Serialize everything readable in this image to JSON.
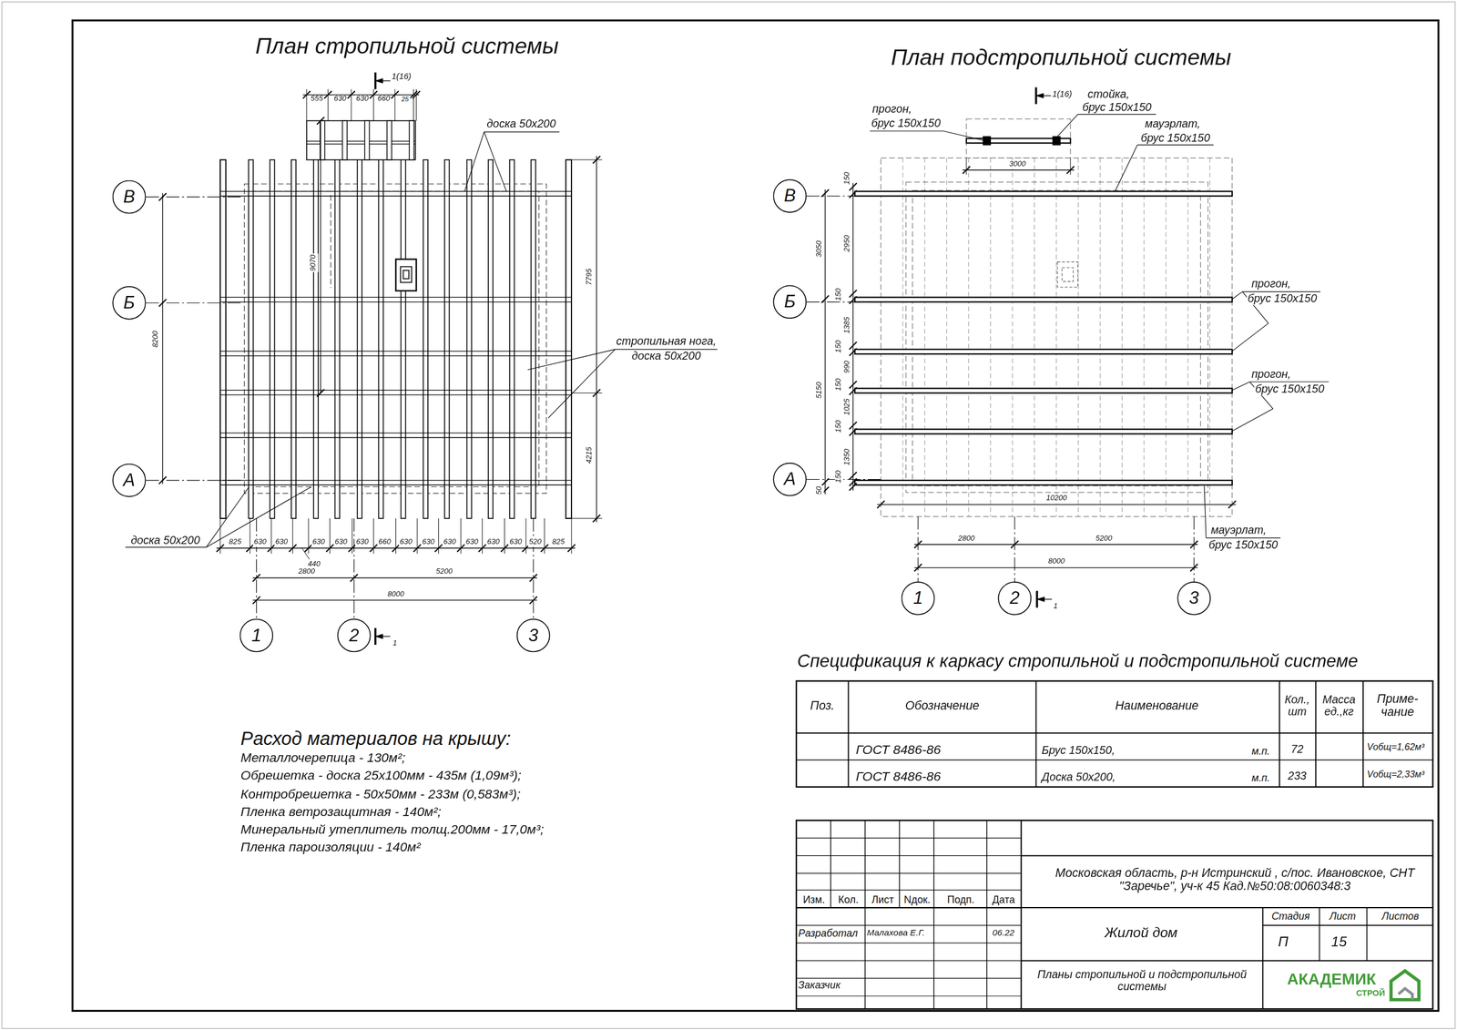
{
  "diagram": {
    "nodes": [
      {
        "text": [
          "В"
        ]
      },
      {
        "text": [
          "Б"
        ]
      },
      {
        "text": [
          "А"
        ]
      },
      {
        "text": [
          "1"
        ]
      },
      {
        "text": [
          "2"
        ]
      },
      {
        "text": [
          "3"
        ]
      },
      {
        "text": [
          "В"
        ]
      },
      {
        "text": [
          "Б"
        ]
      },
      {
        "text": [
          "А"
        ]
      },
      {
        "text": [
          "1"
        ]
      },
      {
        "text": [
          "2"
        ]
      },
      {
        "text": [
          "3"
        ]
      }
    ],
    "labels": [
      "План стропильной системы",
      "1(16)",
      "555",
      "630",
      "630",
      "660",
      "25",
      "доска 50х200",
      "9070",
      "7795",
      "8200",
      "4215",
      "стропильная нога,",
      "доска 50х200",
      "доска 50х200",
      "825",
      "630",
      "630",
      "630",
      "630",
      "630",
      "660",
      "630",
      "630",
      "630",
      "630",
      "630",
      "630",
      "520",
      "825",
      "440",
      "2800",
      "5200",
      "8000",
      "1",
      "План подстропильной системы",
      "1(16)",
      "прогон,",
      "брус 150х150",
      "стойка,",
      "брус 150х150",
      "мауэрлат,",
      "брус 150х150",
      "3000",
      "150",
      "3050",
      "2950",
      "150",
      "1385",
      "150",
      "990",
      "150",
      "5150",
      "1025",
      "150",
      "1350",
      "150",
      "50",
      "прогон,",
      "брус 150х150",
      "прогон,",
      "брус 150х150",
      "10200",
      "мауэрлат,",
      "брус 150х150",
      "2800",
      "5200",
      "8000",
      "1",
      "Спецификация к каркасу стропильной и подстропильной системе",
      "Поз.",
      "Обозначение",
      "Наименование",
      "Кол., шт",
      "Масса ед.,кг",
      "Приме- чание",
      "ГОСТ 8486-86",
      "Брус 150х150,",
      "м.п.",
      "72",
      "Vобщ=1,62м³",
      "ГОСТ 8486-86",
      "Доска 50х200,",
      "м.п.",
      "233",
      "Vобщ=2,33м³",
      "Расход материалов на крышу:",
      "Металлочерепица - 130м²;",
      "Обрешетка - доска 25х100мм - 435м (1,09м³);",
      "Контробрешетка - 50х50мм - 233м (0,583м³);",
      "Пленка ветрозащитная - 140м²;",
      "Минеральный утеплитель толщ.200мм - 17,0м³;",
      "Пленка пароизоляции - 140м²",
      "Изм.",
      "Кол.",
      "Лист",
      "Nдок.",
      "Подп.",
      "Дата",
      "Разработал",
      "Малахова Е.Г.",
      "06.22",
      "Заказчик",
      "Московская область, р-н Истринский , с/пос. Ивановское, СНТ \"Заречье\", уч-к 45 Кад.№50:08:0060348:3",
      "Жилой дом",
      "Стадия",
      "Лист",
      "Листов",
      "П",
      "15",
      "Планы стропильной и подстропильной системы",
      "АКАДЕМИК",
      "СТРОЙ"
    ]
  }
}
